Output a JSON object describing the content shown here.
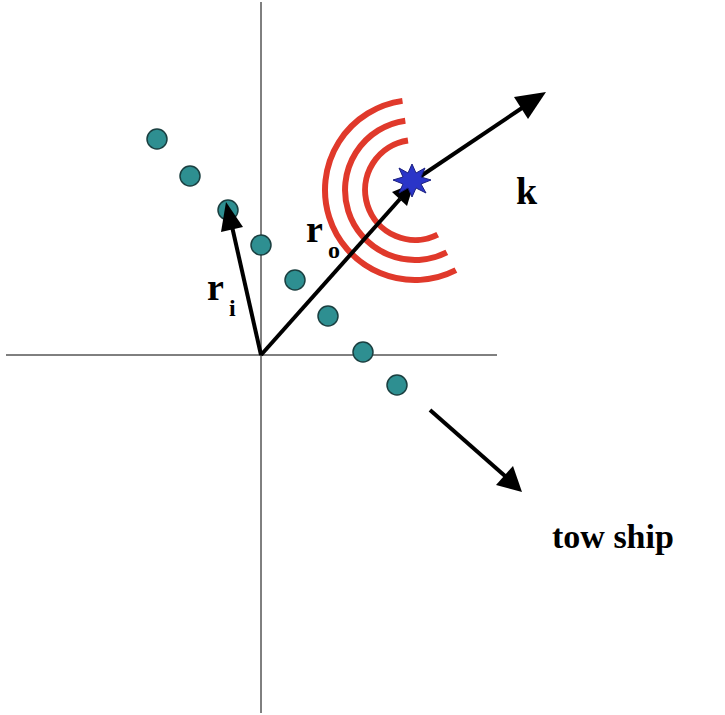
{
  "diagram": {
    "labels": [
      "r",
      "i",
      "r",
      "o",
      "k",
      "tow ship"
    ]
  }
}
